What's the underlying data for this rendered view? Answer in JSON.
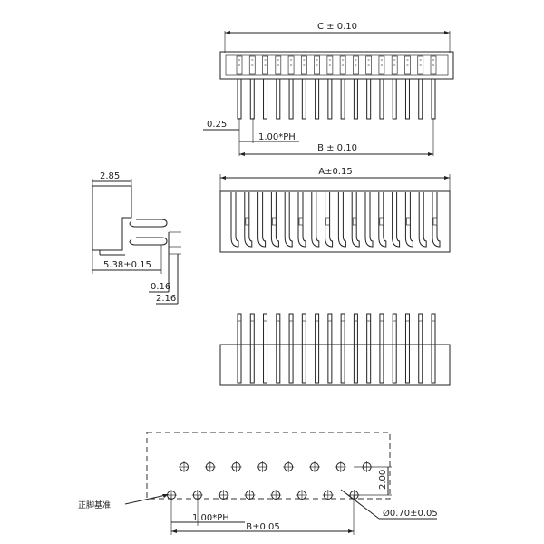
{
  "dims": {
    "c_tol": "C ± 0.10",
    "b_tol": "B ± 0.10",
    "a_tol": "A±0.15",
    "pitch": "1.00*PH",
    "pin_w": "0.25",
    "side_w": "2.85",
    "side_len": "5.38±0.15",
    "side_h1": "0.16",
    "side_h2": "2.16",
    "pcb_b": "B±0.05",
    "pcb_pitch": "1.00*PH",
    "pcb_row": "2.00",
    "pcb_hole": "Ø0.70±0.05",
    "pin1_ref": "正脚基准"
  }
}
